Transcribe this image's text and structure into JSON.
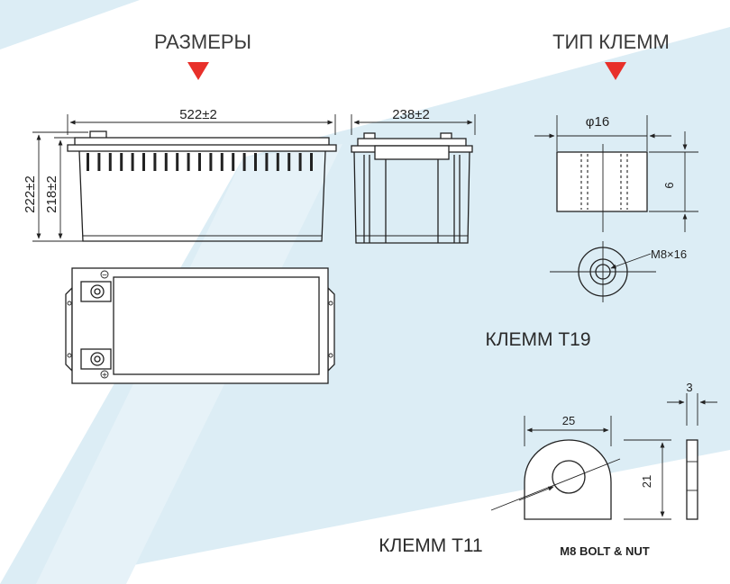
{
  "headings": {
    "dimensions": "РАЗМЕРЫ",
    "terminal_type": "ТИП КЛЕММ"
  },
  "dimensions": {
    "length": "522±2",
    "width": "238±2",
    "total_height": "222±2",
    "case_height": "218±2"
  },
  "terminal_t19": {
    "label": "КЛЕММ T19",
    "diameter": "φ16",
    "height": "6",
    "bolt": "M8×16"
  },
  "terminal_t11": {
    "label": "КЛЕММ T11",
    "width": "25",
    "height": "21",
    "thickness": "3",
    "bolt": "M8 BOLT & NUT"
  },
  "polarity": {
    "negative": "−",
    "positive": "+"
  },
  "colors": {
    "accent": "#e8302a",
    "background_band": "#dcedf5",
    "line": "#222222"
  }
}
